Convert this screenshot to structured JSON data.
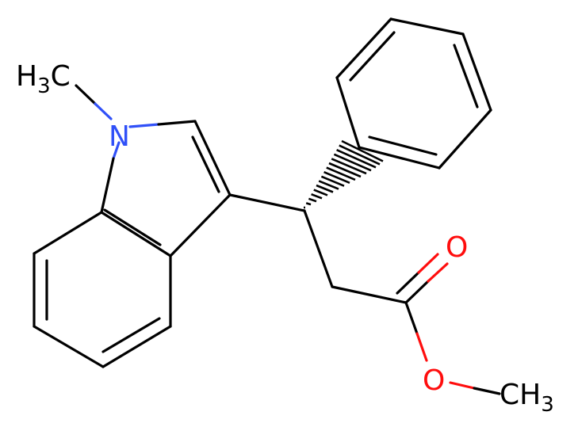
{
  "molecule": {
    "atoms": {
      "n1_methyl": {
        "main": "H",
        "sub": "3",
        "tail": "C"
      },
      "n1": {
        "text": "N"
      },
      "carbonyl_o": {
        "text": "O"
      },
      "ester_o": {
        "text": "O"
      },
      "ester_methyl": {
        "main": "CH",
        "sub": "3"
      }
    }
  },
  "colors": {
    "bond": "#000000",
    "carbon_label": "#000000",
    "nitrogen": "#3050F8",
    "oxygen": "#FF0D0D"
  }
}
